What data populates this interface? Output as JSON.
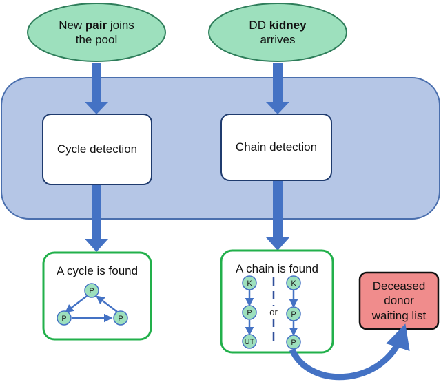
{
  "start_pair": {
    "pre": "New ",
    "bold": "pair",
    "post": " joins",
    "line2": "the pool"
  },
  "start_kidney": {
    "pre": "DD ",
    "bold": "kidney",
    "line2": "arrives"
  },
  "cycle_detection": "Cycle detection",
  "chain_detection": "Chain detection",
  "cycle_found": "A cycle is found",
  "chain_found": "A chain is found",
  "deceased": {
    "line1": "Deceased",
    "line2": "donor",
    "line3": "waiting list"
  },
  "nodes": {
    "p": "P",
    "k": "K",
    "ut": "UT"
  },
  "or_label": "or",
  "colors": {
    "ellipse_fill": "#9de0bd",
    "ellipse_stroke": "#2e7d5a",
    "pool_fill": "#b5c6e6",
    "pool_stroke": "#4a6fae",
    "arrow": "#4472c4",
    "box_stroke": "#1f3b6e",
    "result_stroke": "#22b04b",
    "red_fill": "#f08c8c"
  }
}
